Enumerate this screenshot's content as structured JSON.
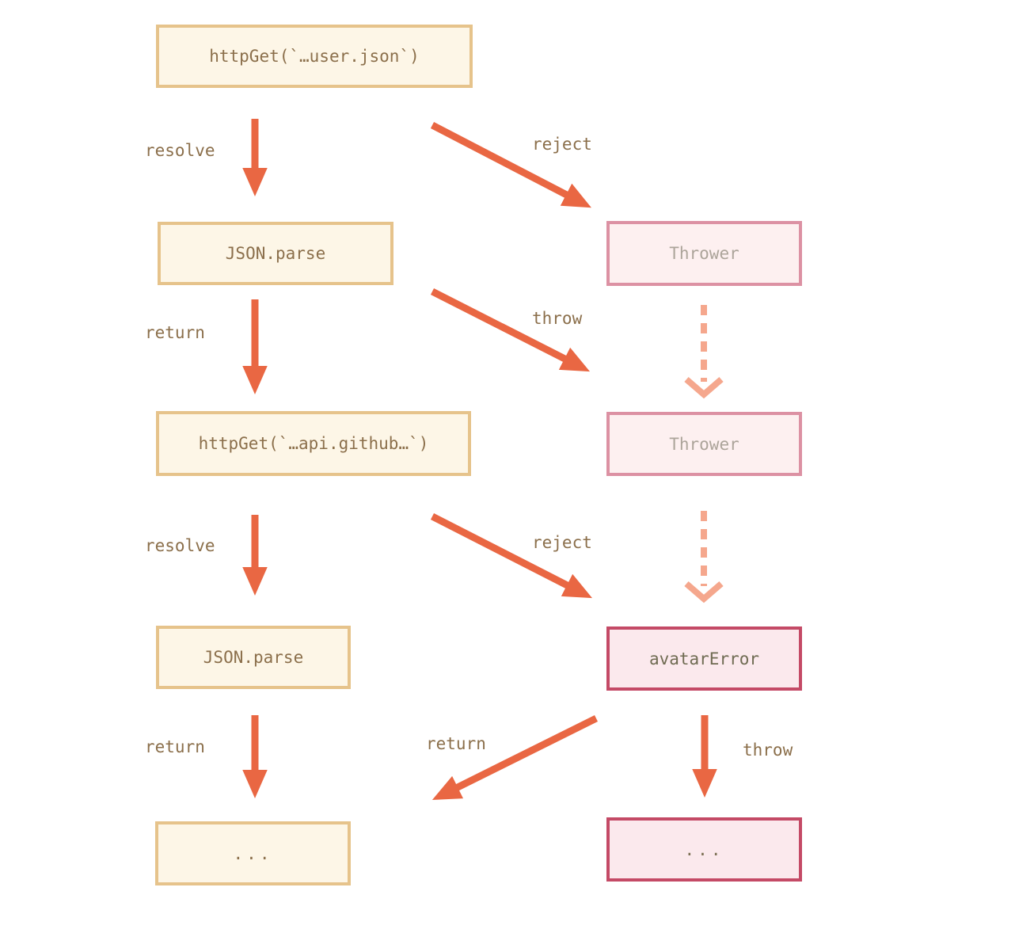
{
  "diagram": {
    "title_hint": "promise-chain-flow-diagram",
    "colors": {
      "solid_arrow": "#E96743",
      "dashed_arrow": "#F5A78D",
      "cream_box_bg": "#FDF6E7",
      "cream_box_border": "#E6C38B",
      "cream_box_text": "#8B6F4B",
      "pink_box_bg": "#FDF0F0",
      "pink_box_border": "#DC91A3",
      "pink_box_text": "#ACA49A",
      "error_box_bg": "#FBE9ED",
      "error_box_border": "#C44A66",
      "error_box_text": "#6F6B52",
      "edge_label_text": "#8B6F4B"
    },
    "nodes": [
      {
        "id": "httpget-user",
        "label": "httpGet(`…user.json`)",
        "type": "cream"
      },
      {
        "id": "jsonparse-1",
        "label": "JSON.parse",
        "type": "cream"
      },
      {
        "id": "thrower-1",
        "label": "Thrower",
        "type": "pink"
      },
      {
        "id": "httpget-github",
        "label": "httpGet(`…api.github…`)",
        "type": "cream"
      },
      {
        "id": "thrower-2",
        "label": "Thrower",
        "type": "pink"
      },
      {
        "id": "jsonparse-2",
        "label": "JSON.parse",
        "type": "cream"
      },
      {
        "id": "avatar-error",
        "label": "avatarError",
        "type": "error"
      },
      {
        "id": "dots-left",
        "label": "...",
        "type": "cream"
      },
      {
        "id": "dots-right",
        "label": "...",
        "type": "error"
      }
    ],
    "edges": [
      {
        "id": "resolve-1",
        "label": "resolve",
        "style": "solid"
      },
      {
        "id": "reject-1",
        "label": "reject",
        "style": "solid"
      },
      {
        "id": "return-1",
        "label": "return",
        "style": "solid"
      },
      {
        "id": "throw-1",
        "label": "throw",
        "style": "solid"
      },
      {
        "id": "dashed-1",
        "label": "",
        "style": "dashed"
      },
      {
        "id": "resolve-2",
        "label": "resolve",
        "style": "solid"
      },
      {
        "id": "reject-2",
        "label": "reject",
        "style": "solid"
      },
      {
        "id": "dashed-2",
        "label": "",
        "style": "dashed"
      },
      {
        "id": "return-2",
        "label": "return",
        "style": "solid"
      },
      {
        "id": "return-3",
        "label": "return",
        "style": "solid"
      },
      {
        "id": "throw-2",
        "label": "throw",
        "style": "solid"
      }
    ]
  }
}
